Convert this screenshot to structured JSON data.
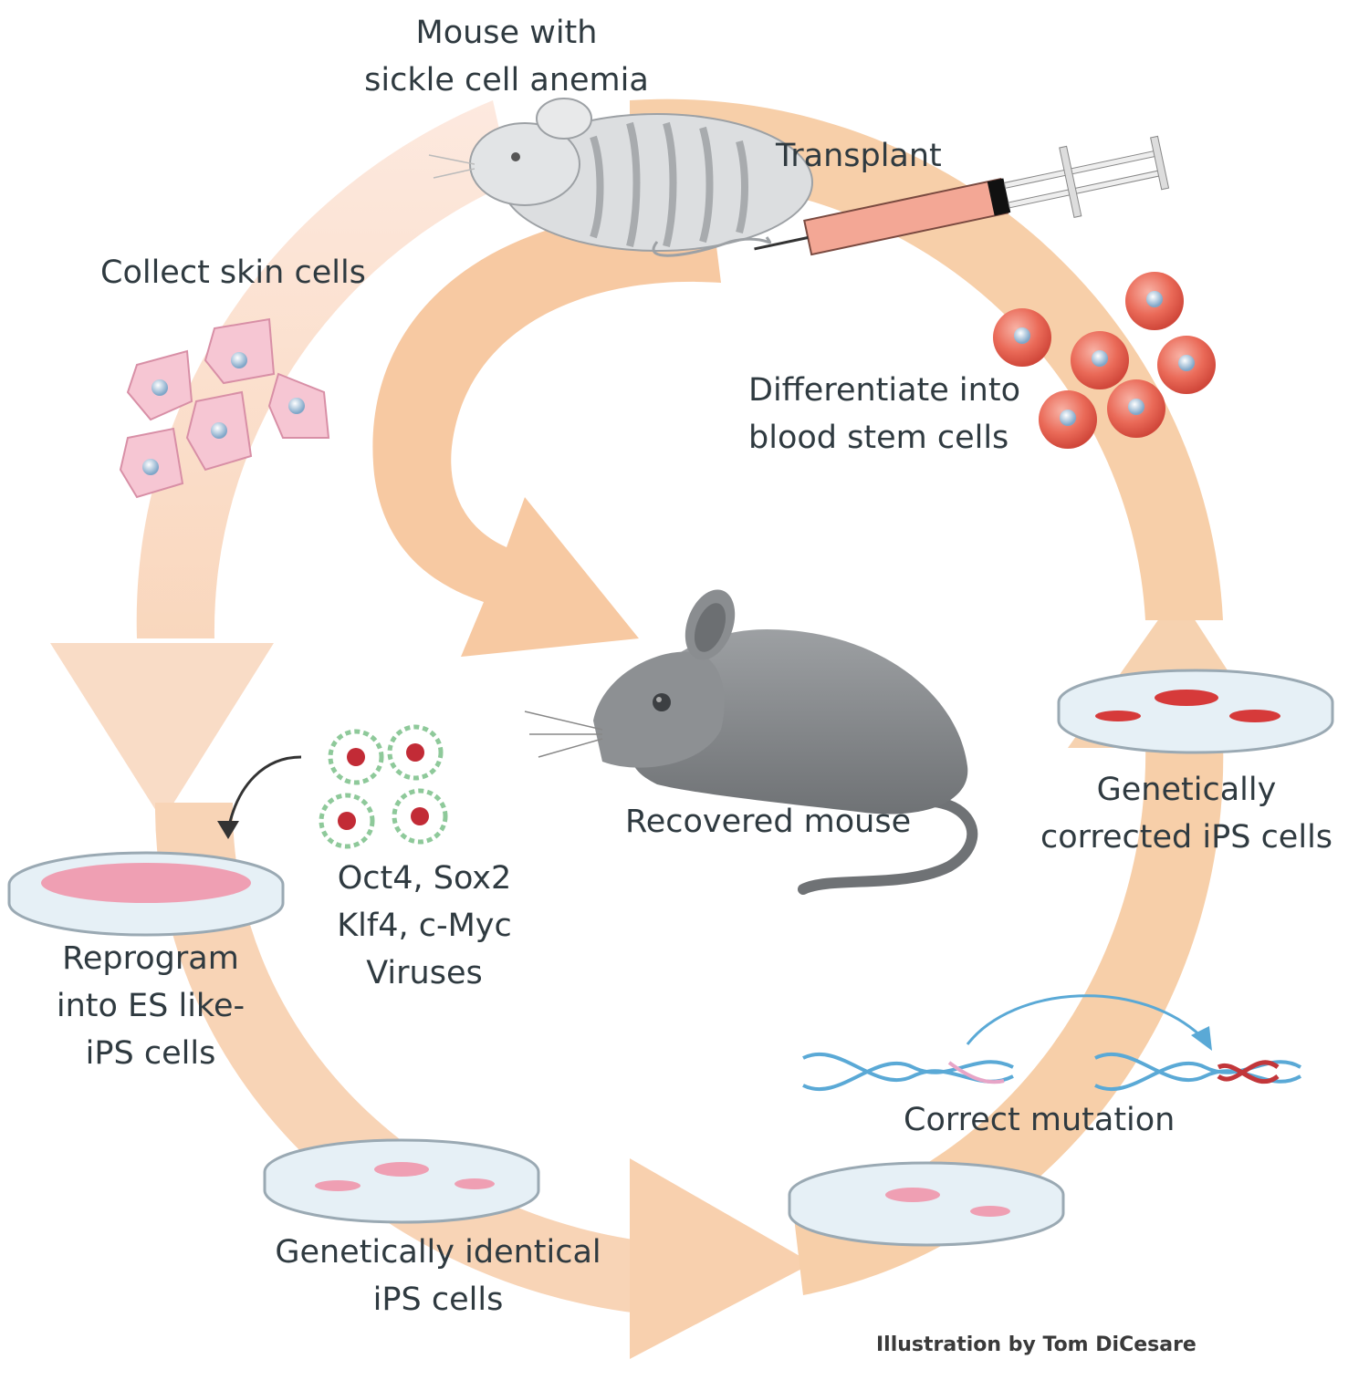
{
  "labels": {
    "mouse_sick": [
      "Mouse with",
      "sickle cell anemia"
    ],
    "transplant": "Transplant",
    "collect": "Collect skin cells",
    "differentiate": [
      "Differentiate into",
      "blood stem cells"
    ],
    "recovered": "Recovered mouse",
    "factors": [
      "Oct4, Sox2",
      "Klf4, c-Myc",
      "Viruses"
    ],
    "corrected": [
      "Genetically",
      "corrected iPS cells"
    ],
    "reprogram": [
      "Reprogram",
      "into ES like-",
      "iPS cells"
    ],
    "correct_mutation": "Correct mutation",
    "identical": [
      "Genetically identical",
      "iPS cells"
    ]
  },
  "credit": "Illustration by Tom DiCesare",
  "colors": {
    "arrow": "#f7cfa9",
    "arrow_light": "#fbe4d4",
    "skin_cell": "#f6c6d3",
    "blood_cell": "#ea6a58",
    "dish_fill": "#e6f0f6",
    "dish_edge": "#9aa9b3",
    "colony": "#ef9fb3",
    "colony_corrected": "#d63a3a",
    "virus": "#c22b36",
    "virus_ring": "#8ec99a",
    "dna_blue": "#5aa9d6",
    "dna_red": "#c2363a",
    "mouse_gray": "#8a8d90",
    "mouse_sick": "#d8dadc",
    "syringe": "#f0a090"
  }
}
